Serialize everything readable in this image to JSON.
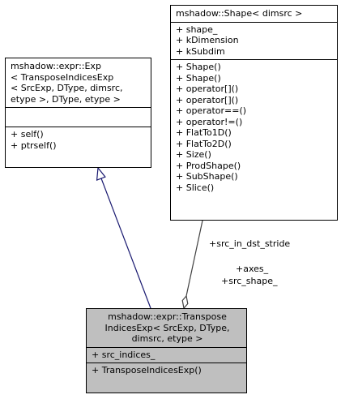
{
  "classes": {
    "exp": {
      "title": [
        "mshadow::expr::Exp",
        "< TransposeIndicesExp",
        "< SrcExp, DType, dimsrc,",
        " etype >, DType, etype >"
      ],
      "attributes": [],
      "methods": [
        "+ self()",
        "+ ptrself()"
      ]
    },
    "shape": {
      "title": [
        "mshadow::Shape< dimsrc >"
      ],
      "attributes": [
        "+ shape_",
        "+ kDimension",
        "+ kSubdim"
      ],
      "methods": [
        "+ Shape()",
        "+ Shape()",
        "+ operator[]()",
        "+ operator[]()",
        "+ operator==()",
        "+ operator!=()",
        "+ FlatTo1D()",
        "+ FlatTo2D()",
        "+ Size()",
        "+ ProdShape()",
        "+ SubShape()",
        "+ Slice()"
      ]
    },
    "transpose": {
      "title": [
        "mshadow::expr::Transpose",
        "IndicesExp< SrcExp, DType,",
        " dimsrc, etype >"
      ],
      "attributes": [
        "+ src_indices_"
      ],
      "methods": [
        "+ TransposeIndicesExp()"
      ]
    }
  },
  "edges": {
    "aggregation_labels": [
      "+src_in_dst_stride",
      "+axes_",
      "+src_shape_"
    ]
  },
  "colors": {
    "inheritance_line": "#191970",
    "aggregation_line": "#404040",
    "highlight_fill": "#bfbfbf"
  }
}
